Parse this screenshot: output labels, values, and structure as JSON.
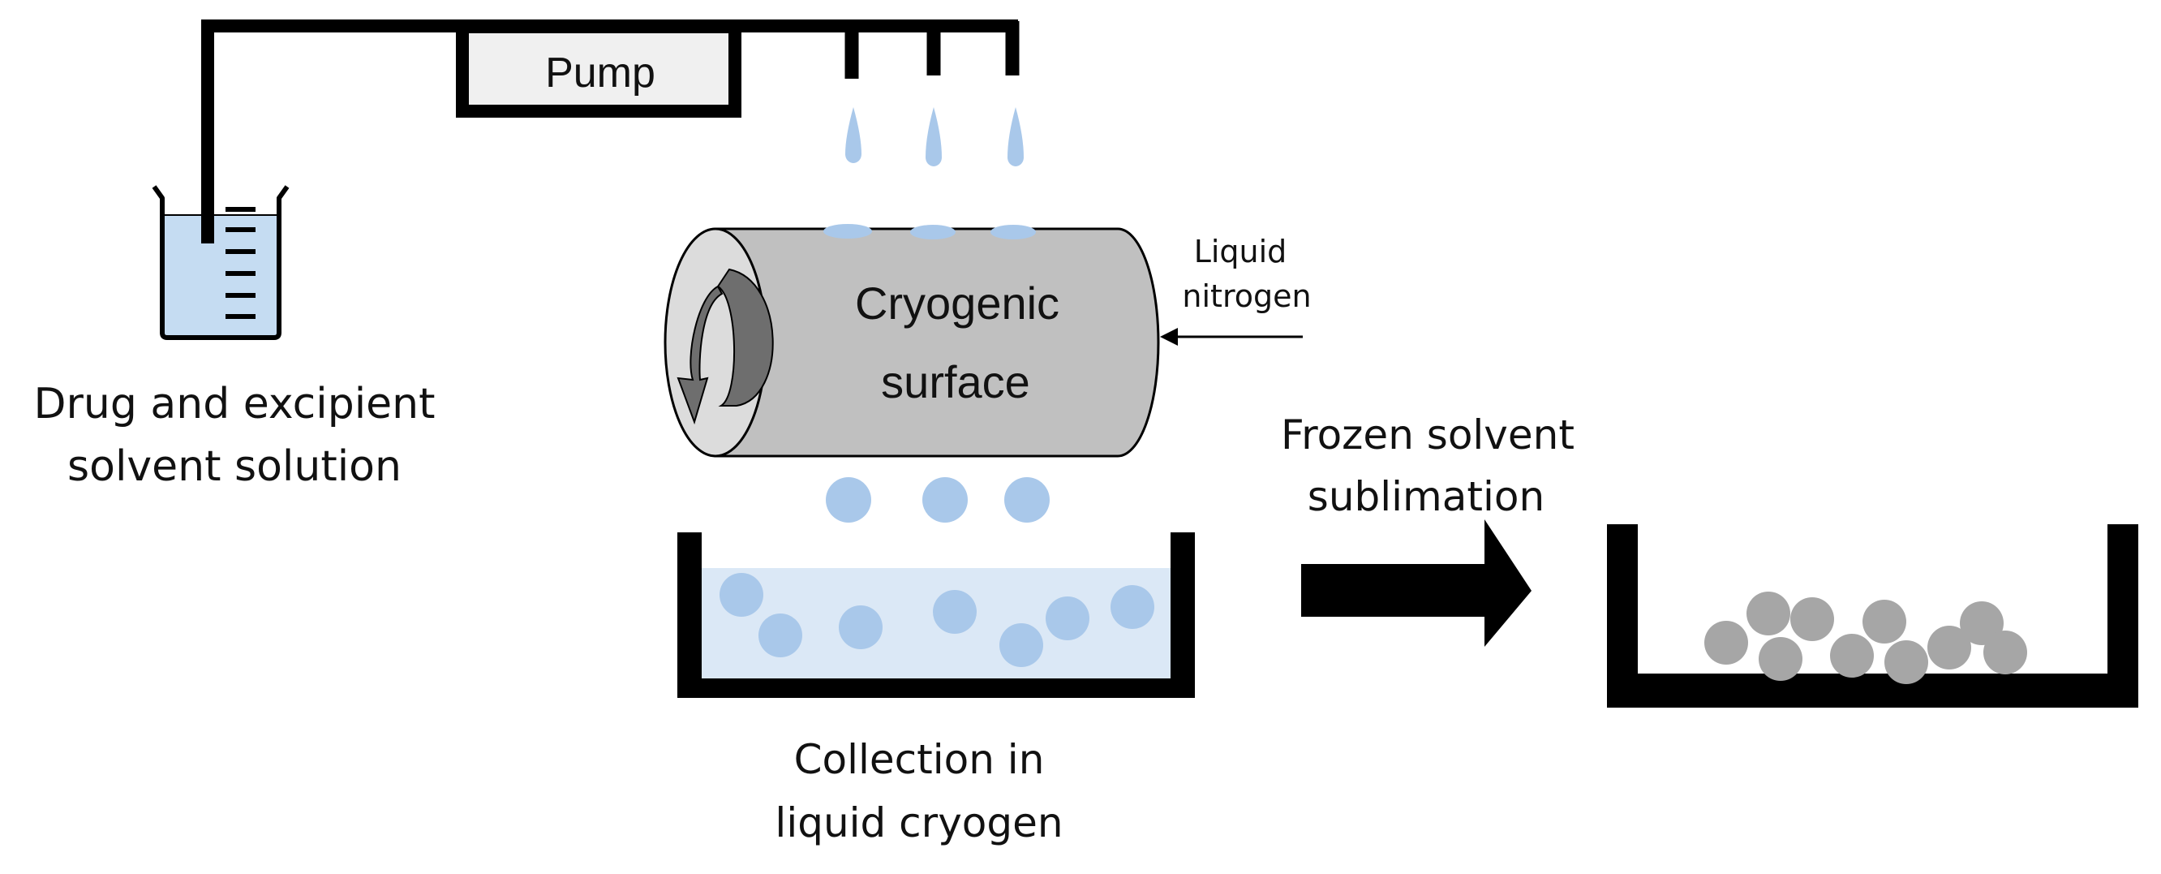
{
  "labels": {
    "pump": "Pump",
    "source_line1": "Drug and excipient",
    "source_line2": "solvent solution",
    "coolant_line1": "Liquid",
    "coolant_line2": "nitrogen",
    "surface_line1": "Cryogenic",
    "surface_line2": "surface",
    "collection_line1": "Collection in",
    "collection_line2": "liquid cryogen",
    "step_line1": "Frozen solvent",
    "step_line2": "sublimation"
  },
  "colors": {
    "ink": "#000000",
    "solution": "#c5dcf2",
    "droplet": "#a9c8ea",
    "cryogen_bath": "#dbe8f6",
    "cylinder_body": "#c0c0c0",
    "cylinder_end": "#dcdcdc",
    "rotation_arrow": "#6e6e6e",
    "pump_box": "#f0f0f0",
    "particle": "#a6a6a6"
  },
  "icons": {
    "beaker": "beaker-icon",
    "rotation": "rotation-arrow-icon",
    "process_arrow": "right-arrow-icon"
  }
}
